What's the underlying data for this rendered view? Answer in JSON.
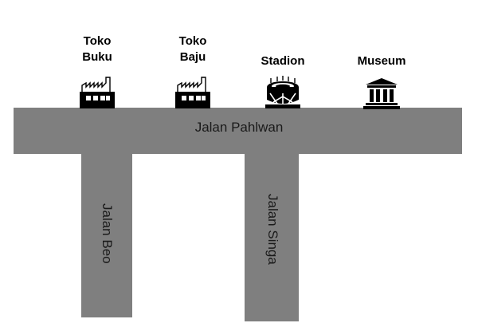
{
  "map": {
    "roads": {
      "main": "Jalan Pahlwan",
      "left_branch": "Jalan Beo",
      "right_branch": "Jalan Singa"
    },
    "landmarks": [
      {
        "name": "Toko\nBuku",
        "icon": "factory-icon"
      },
      {
        "name": "Toko\nBaju",
        "icon": "factory-icon"
      },
      {
        "name": "Stadion",
        "icon": "stadium-icon"
      },
      {
        "name": "Museum",
        "icon": "museum-icon"
      }
    ],
    "colors": {
      "road": "#7f7f7f",
      "background": "#ffffff",
      "icon": "#000000"
    }
  }
}
